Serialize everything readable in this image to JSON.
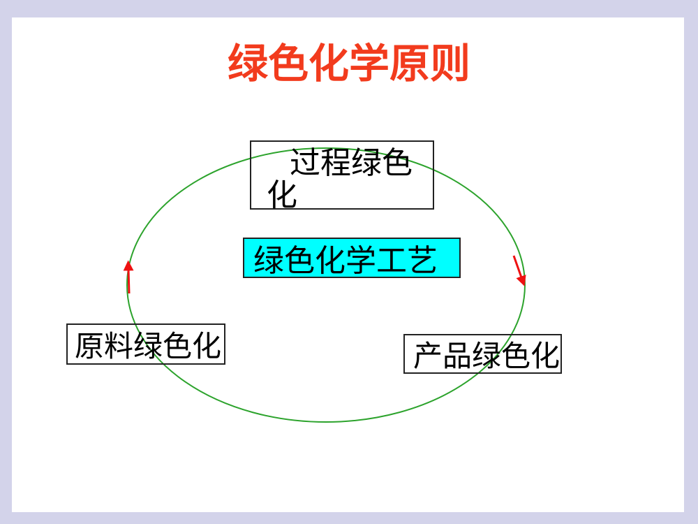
{
  "slide": {
    "title": "绿色化学原则",
    "title_color": "#f23b1d",
    "background_color": "#ffffff",
    "frame_color": "#d3d3ea"
  },
  "diagram": {
    "ellipse_color": "#2ca32c",
    "arrow_color": "#ee1111",
    "box_border_color": "#222222",
    "arrows": [
      {
        "id": "left-arrow",
        "direction": "up"
      },
      {
        "id": "right-arrow",
        "direction": "down"
      }
    ],
    "nodes": [
      {
        "id": "process-greening",
        "label": "过程绿色化",
        "lines": [
          "过程绿色",
          "化"
        ],
        "fill": "none"
      },
      {
        "id": "green-chemical-technology",
        "label": "绿色化学工艺",
        "fill": "#00ffff"
      },
      {
        "id": "material-greening",
        "label": "原料绿色化",
        "fill": "none"
      },
      {
        "id": "product-greening",
        "label": "产品绿色化",
        "fill": "none"
      }
    ]
  }
}
